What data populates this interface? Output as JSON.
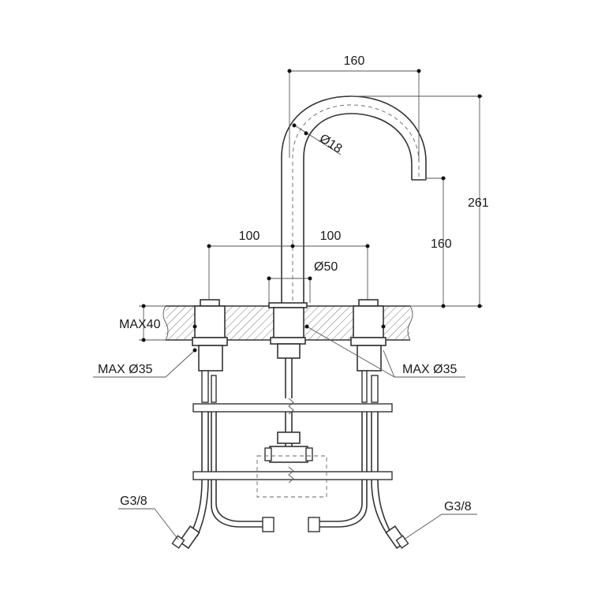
{
  "labels": {
    "spout_reach": "160",
    "total_height": "261",
    "spout_height": "160",
    "spout_diameter": "Ø18",
    "spacing_left": "100",
    "spacing_right": "100",
    "base_diameter": "Ø50",
    "max_thickness": "MAX40",
    "max_hole_left": "MAX Ø35",
    "max_hole_right": "MAX Ø35",
    "connection_left": "G3/8",
    "connection_right": "G3/8"
  },
  "colors": {
    "line": "#333333",
    "hatch": "#777777",
    "dimension": "#555555"
  }
}
